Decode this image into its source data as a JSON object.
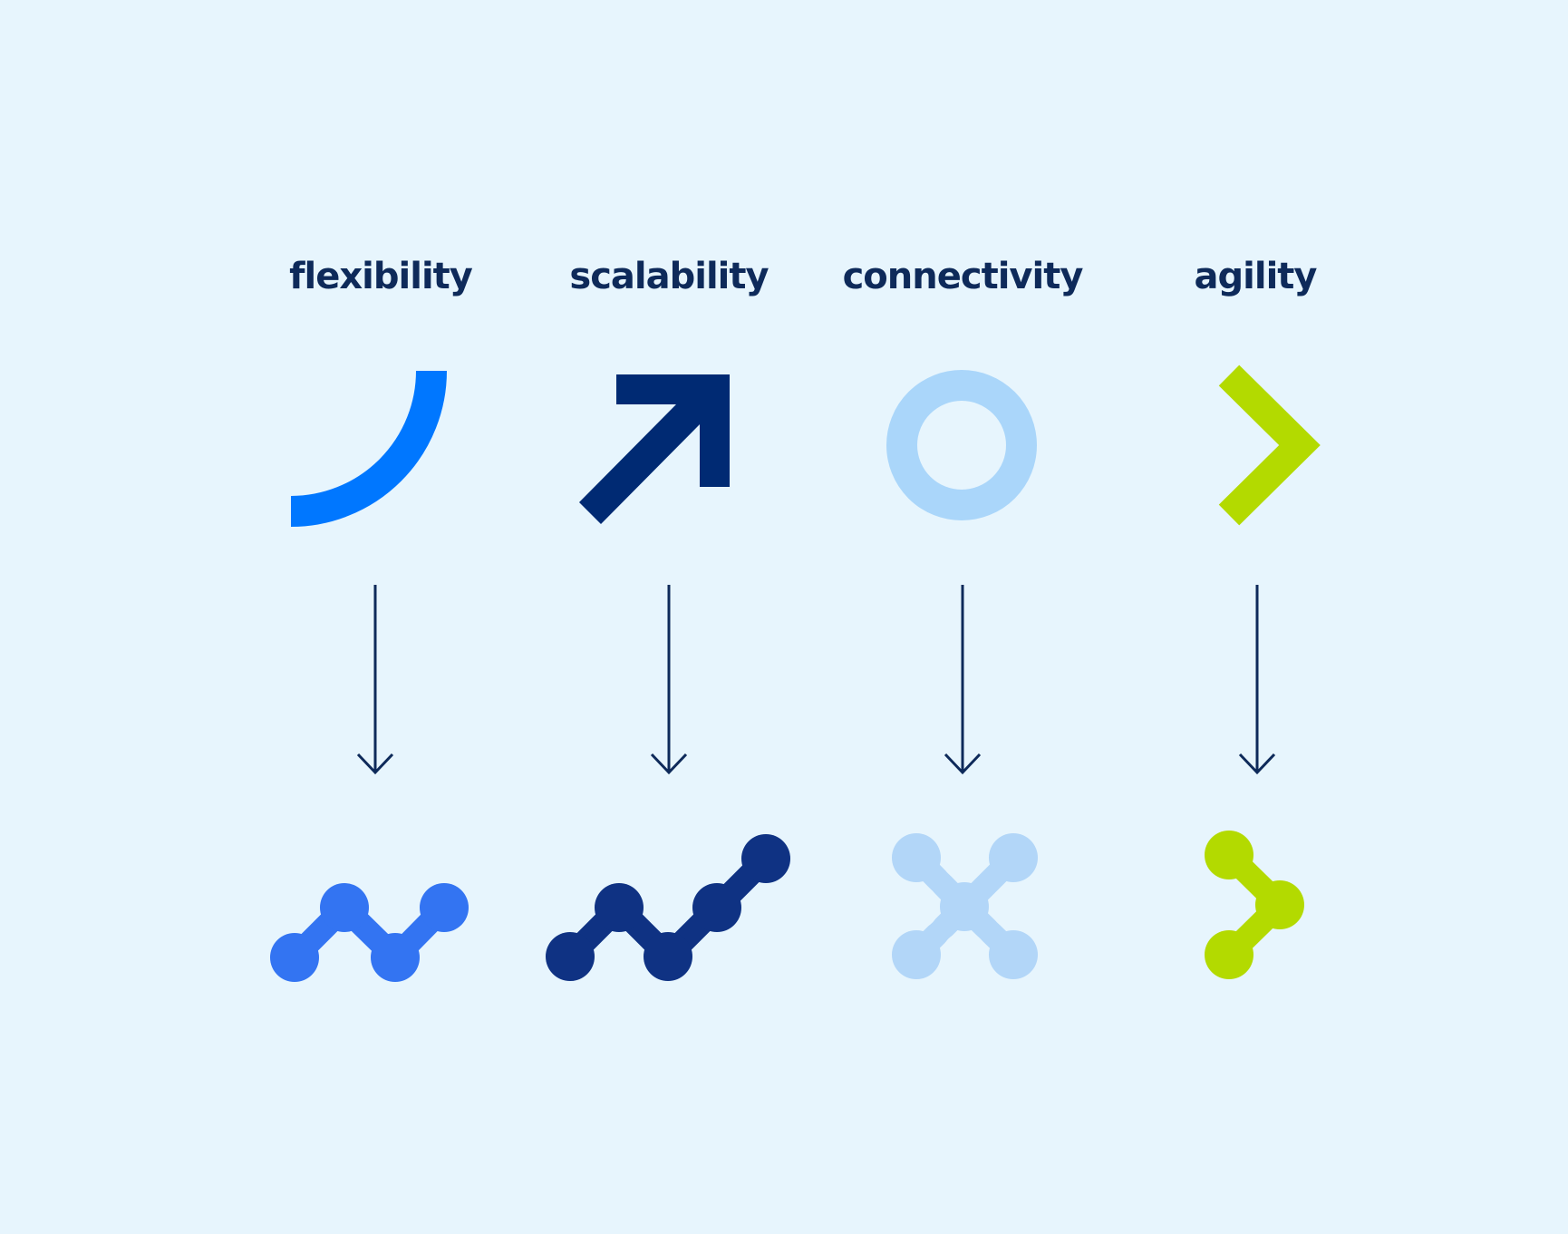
{
  "colors": {
    "background": "#E7F5FD",
    "label_text": "#0E2A5A",
    "arrow_line": "#0E2A5A"
  },
  "columns": [
    {
      "label": "flexibility",
      "symbol_icon": "arc-icon",
      "symbol_color": "#0077FF",
      "pattern_icon": "wave-dots-icon",
      "pattern_color": "#3374F2"
    },
    {
      "label": "scalability",
      "symbol_icon": "arrow-up-right-icon",
      "symbol_color": "#002A73",
      "pattern_icon": "stair-dots-icon",
      "pattern_color": "#0F3283"
    },
    {
      "label": "connectivity",
      "symbol_icon": "ring-icon",
      "symbol_color": "#AAD6FA",
      "pattern_icon": "cross-dots-icon",
      "pattern_color": "#B2D6F8"
    },
    {
      "label": "agility",
      "symbol_icon": "chevron-right-icon",
      "symbol_color": "#B3DA00",
      "pattern_icon": "zigzag-dots-icon",
      "pattern_color": "#B3DA00"
    }
  ]
}
